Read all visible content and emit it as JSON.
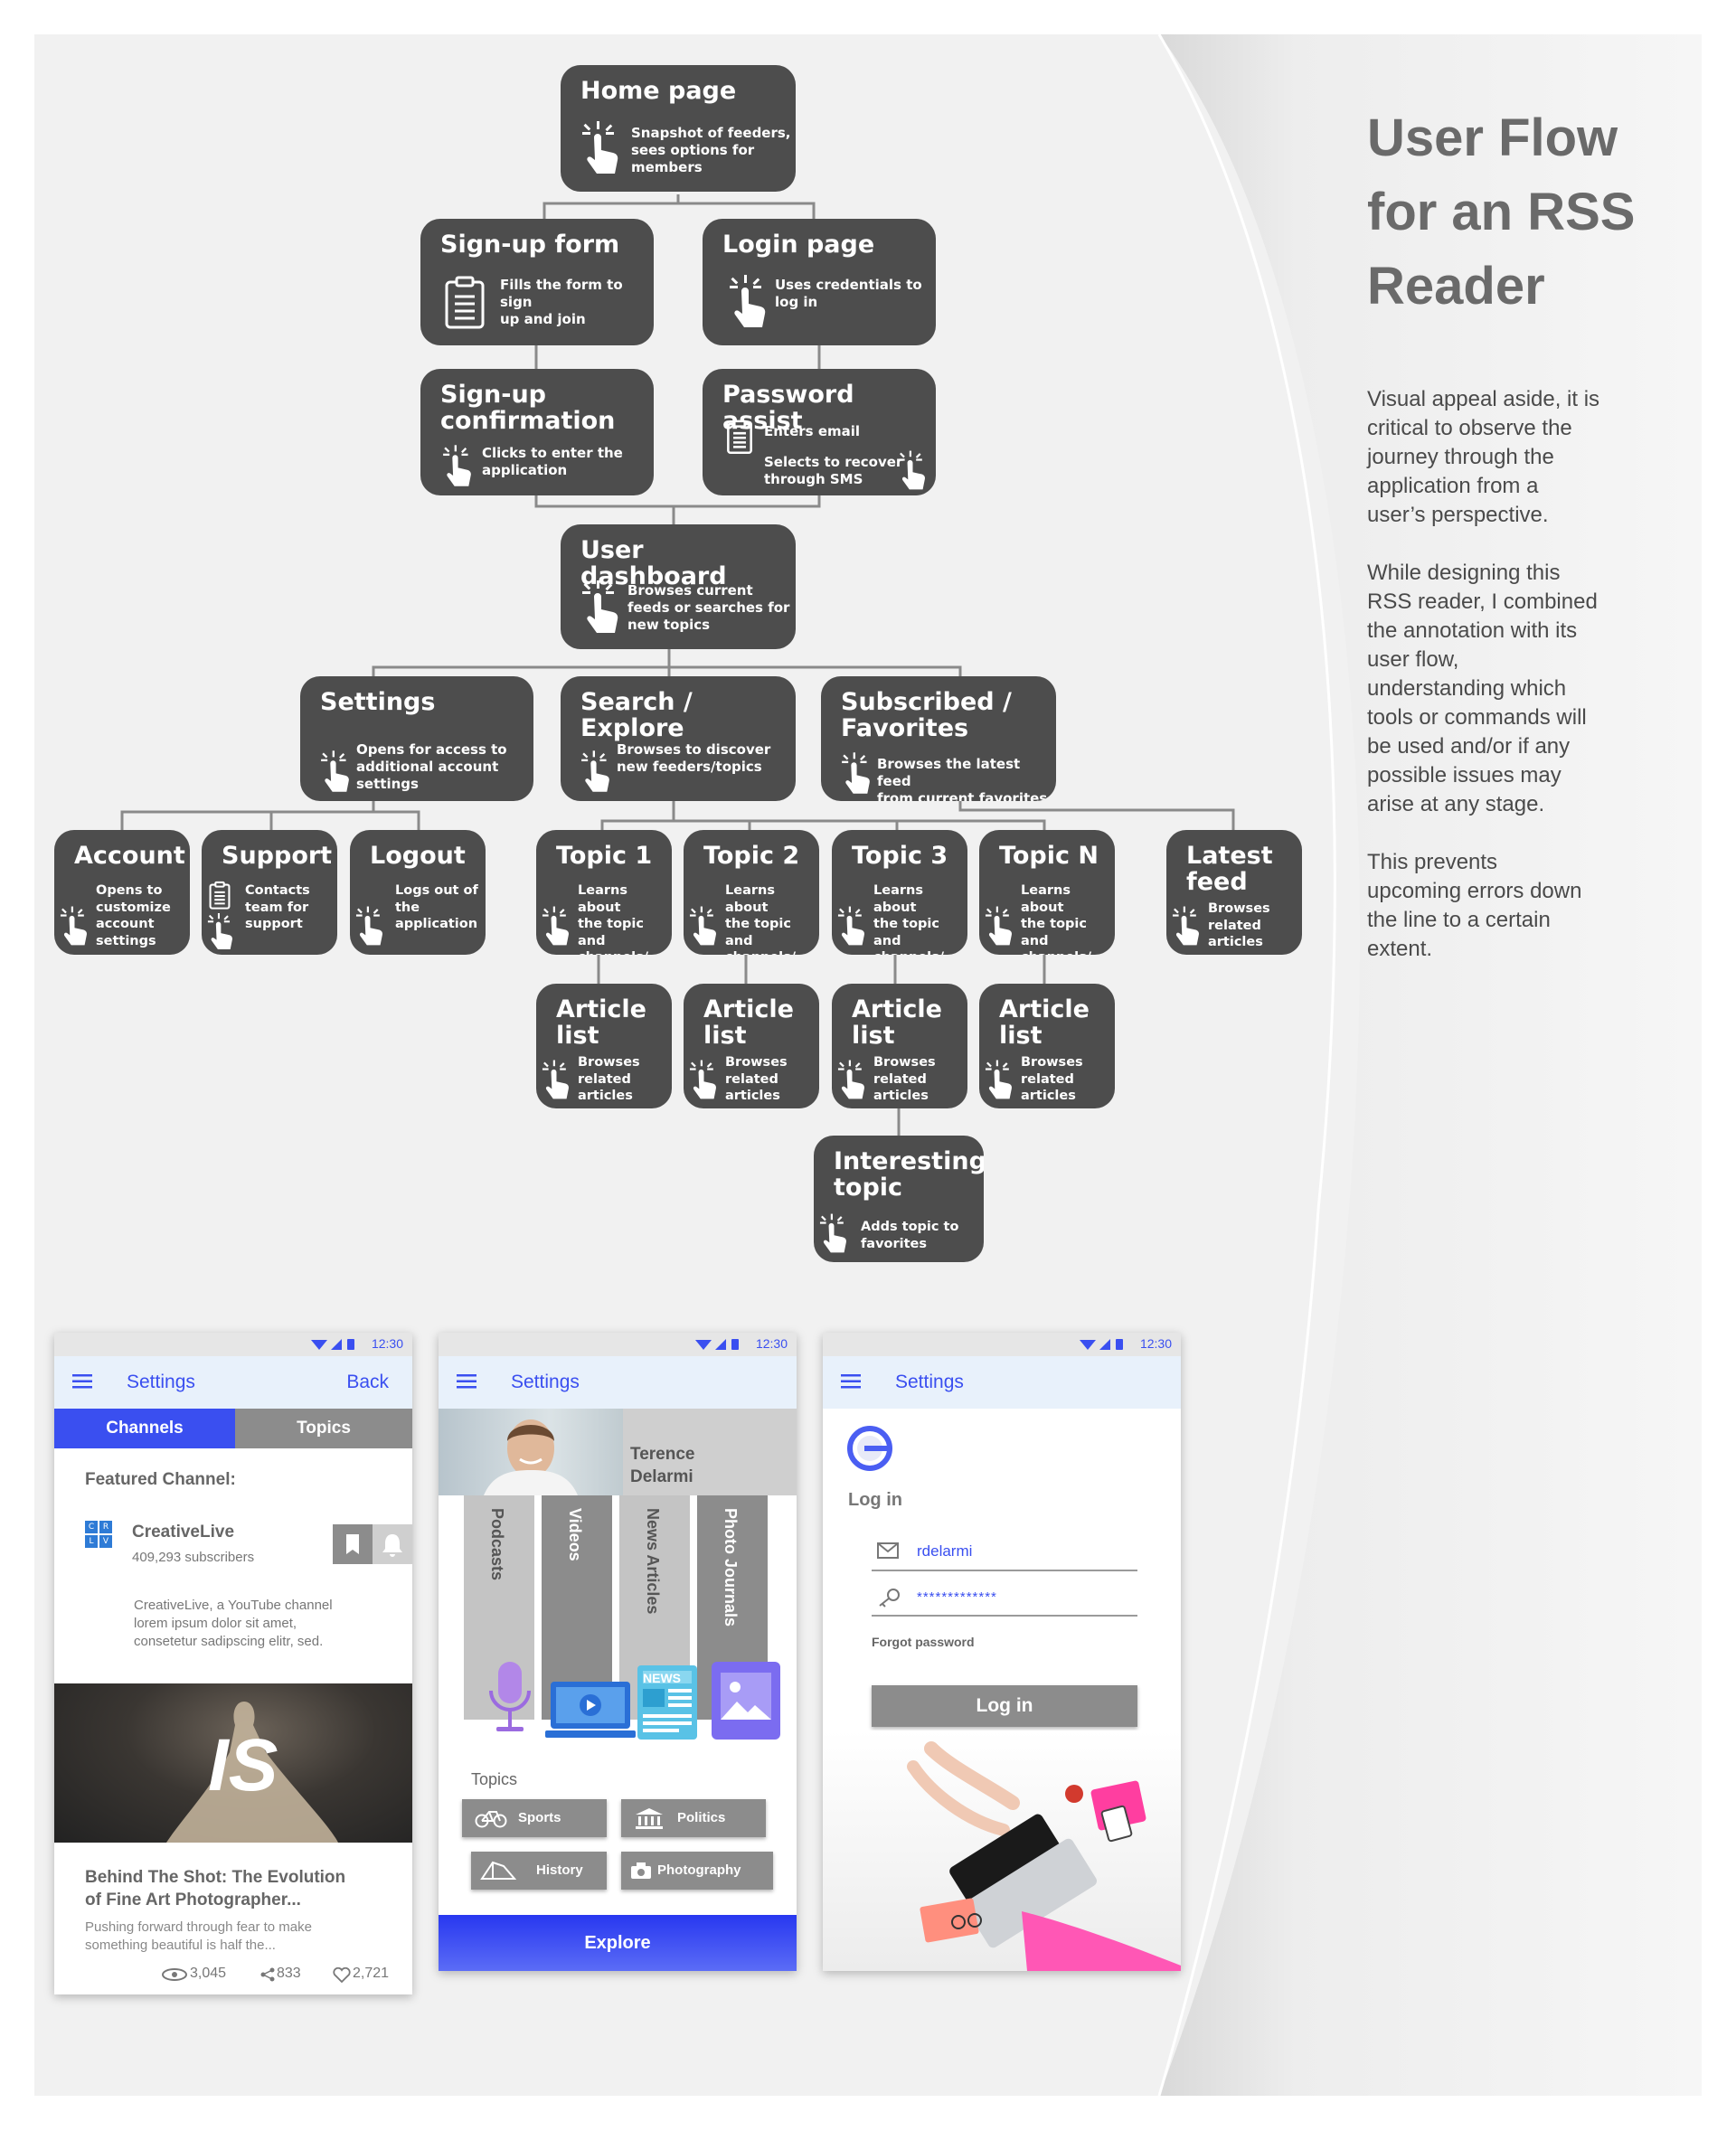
{
  "sidebar": {
    "title": "User Flow\nfor an RSS\nReader",
    "paragraphs": [
      "Visual appeal aside, it is\ncritical to observe the\njourney through the\napplication from a\nuser’s perspective.",
      "While designing this\nRSS reader, I combined\nthe annotation with its\nuser flow,\nunderstanding which\ntools or commands will\nbe used and/or if any\npossible issues may\narise at any stage.",
      "This prevents\nupcoming errors down\nthe line to a certain\nextent."
    ]
  },
  "flow": {
    "home": {
      "title": "Home page",
      "desc": "Snapshot of feeders,\nsees options for\nmembers",
      "icon": "tap-icon"
    },
    "signup": {
      "title": "Sign-up form",
      "desc": "Fills the form to sign\nup and join",
      "icon": "clipboard-icon"
    },
    "login": {
      "title": "Login page",
      "desc": "Uses credentials to\nlog in",
      "icon": "tap-icon"
    },
    "signup_confirm": {
      "title": "Sign-up\nconfirmation",
      "desc": "Clicks to enter the\napplication",
      "icon": "tap-icon"
    },
    "password": {
      "title": "Password assist",
      "desc1": "Enters email",
      "desc2": "Selects to recover\nthrough SMS",
      "icon1": "clipboard-icon",
      "icon2": "tap-icon"
    },
    "dashboard": {
      "title": "User dashboard",
      "desc": "Browses current\nfeeds or searches for\nnew topics",
      "icon": "tap-icon"
    },
    "settings": {
      "title": "Settings",
      "desc": "Opens for access to\nadditional account\nsettings",
      "icon": "tap-icon"
    },
    "search": {
      "title": "Search / Explore",
      "desc": "Browses to discover\nnew feeders/topics",
      "icon": "tap-icon"
    },
    "subscribed": {
      "title": "Subscribed /\nFavorites",
      "desc": "Browses the latest feed\nfrom current favorites",
      "icon": "tap-icon"
    },
    "account": {
      "title": "Account",
      "desc": "Opens to\ncustomize\naccount\nsettings",
      "icon": "tap-icon"
    },
    "support": {
      "title": "Support",
      "desc1": "Contacts\nteam for\nsupport",
      "icon1": "clipboard-icon",
      "icon2": "tap-icon"
    },
    "logout": {
      "title": "Logout",
      "desc": "Logs out of\nthe\napplication",
      "icon": "tap-icon"
    },
    "topics": [
      {
        "title": "Topic 1",
        "desc": "Learns about\nthe topic and\nchannels/\nfeeders"
      },
      {
        "title": "Topic 2",
        "desc": "Learns about\nthe topic and\nchannels/\nfeeders"
      },
      {
        "title": "Topic 3",
        "desc": "Learns about\nthe topic and\nchannels/\nfeeders"
      },
      {
        "title": "Topic N",
        "desc": "Learns about\nthe topic and\nchannels/\nfeeders"
      }
    ],
    "latest": {
      "title": "Latest\nfeed",
      "desc": "Browses\nrelated\narticles"
    },
    "articles": [
      {
        "title": "Article\nlist",
        "desc": "Browses\nrelated\narticles"
      },
      {
        "title": "Article\nlist",
        "desc": "Browses\nrelated\narticles"
      },
      {
        "title": "Article\nlist",
        "desc": "Browses\nrelated\narticles"
      },
      {
        "title": "Article\nlist",
        "desc": "Browses\nrelated\narticles"
      }
    ],
    "interesting": {
      "title": "Interesting\ntopic",
      "desc": "Adds topic to\nfavorites"
    }
  },
  "phone1": {
    "time": "12:30",
    "title": "Settings",
    "back": "Back",
    "tabs": [
      "Channels",
      "Topics"
    ],
    "active_tab": "Channels",
    "featured_label": "Featured Channel:",
    "channel_name": "CreativeLive",
    "subscribers": "409,293 subscribers",
    "channel_logo_letters": [
      "C",
      "R",
      "L",
      "V"
    ],
    "channel_desc": "CreativeLive, a YouTube channel\nlorem ipsum dolor sit amet,\nconsetetur sadipscing elitr, sed.",
    "hero_text": "IS",
    "article_title": "Behind The Shot: The Evolution\nof Fine Art Photographer...",
    "article_desc": "Pushing forward through fear to make\nsomething beautiful is half the...",
    "views": "3,045",
    "shares": "833",
    "likes": "2,721"
  },
  "phone2": {
    "time": "12:30",
    "title": "Settings",
    "user_name": "Terence\nDelarmi",
    "categories": [
      "Podcasts",
      "Videos",
      "News Articles",
      "Photo Journals"
    ],
    "news_badge": "NEWS",
    "topics_label": "Topics",
    "topic_chips": [
      "Sports",
      "Politics",
      "History",
      "Photography"
    ],
    "explore_button": "Explore"
  },
  "phone3": {
    "time": "12:30",
    "title": "Settings",
    "login_heading": "Log in",
    "username": "rdelarmi",
    "password_mask": "*************",
    "forgot": "Forgot password",
    "login_button": "Log in"
  },
  "colors": {
    "node": "#4d4d4d",
    "accent": "#3a4ff0",
    "panel": "#f1f1f1",
    "title": "#6a6a6a",
    "connector": "#8a8a8a"
  }
}
